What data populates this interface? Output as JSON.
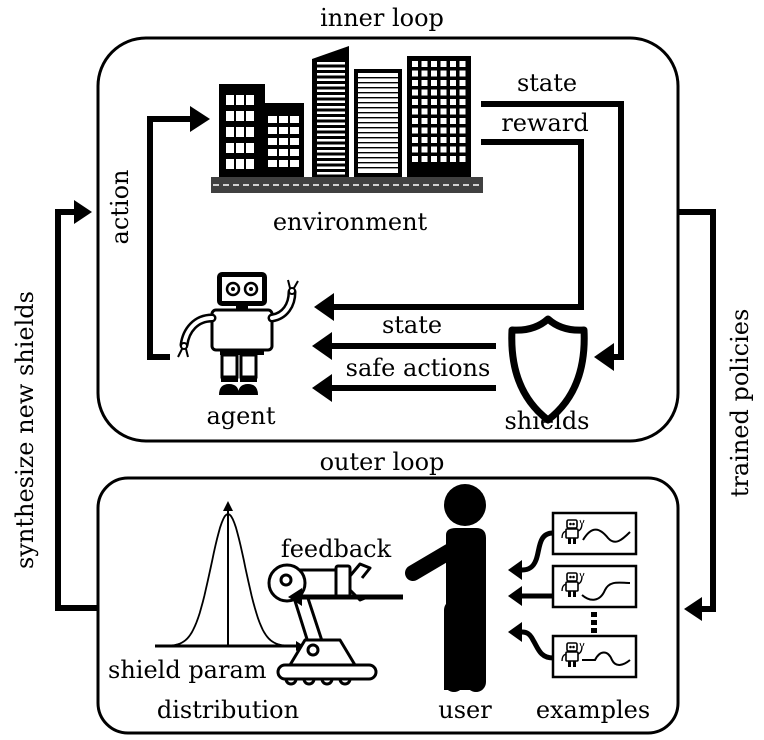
{
  "inner_loop": {
    "title": "inner loop",
    "environment_label": "environment",
    "agent_label": "agent",
    "shields_label": "shields",
    "edges": {
      "action": "action",
      "env_state": "state",
      "env_reward": "reward",
      "shield_state": "state",
      "shield_safe_actions": "safe actions"
    }
  },
  "outer_loop": {
    "title": "outer loop",
    "distribution_label_line1": "shield param",
    "distribution_label_line2": "distribution",
    "feedback_label": "feedback",
    "user_label": "user",
    "examples_label": "examples",
    "example_count_shown": 3
  },
  "side_edges": {
    "left": "synthesize new shields",
    "right": "trained policies"
  },
  "colors": {
    "ink": "#000000",
    "road": "#404040",
    "background": "#ffffff"
  }
}
